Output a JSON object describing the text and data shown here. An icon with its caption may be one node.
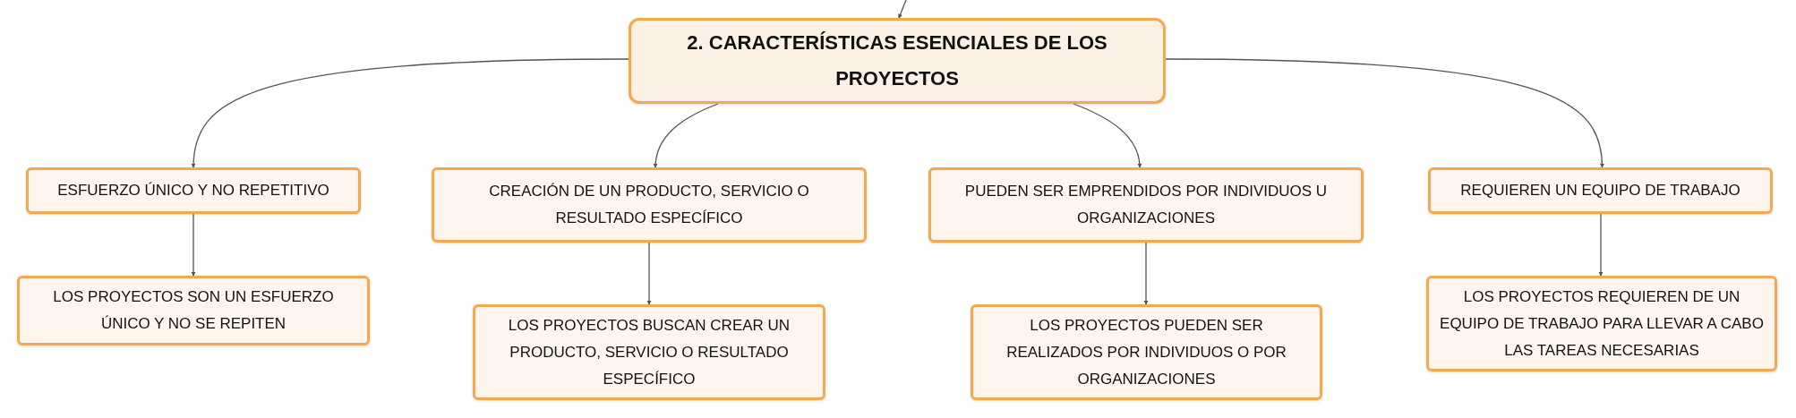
{
  "diagram": {
    "nodes": [
      {
        "text": [
          "2. CARACTERÍSTICAS ESENCIALES DE LOS PROYECTOS"
        ]
      },
      {
        "text": [
          "ESFUERZO ÚNICO Y NO REPETITIVO"
        ]
      },
      {
        "text": [
          "CREACIÓN DE UN PRODUCTO, SERVICIO O RESULTADO ESPECÍFICO"
        ]
      },
      {
        "text": [
          "PUEDEN SER EMPRENDIDOS POR INDIVIDUOS U ORGANIZACIONES"
        ]
      },
      {
        "text": [
          "REQUIEREN UN EQUIPO DE TRABAJO"
        ]
      },
      {
        "text": [
          "LOS PROYECTOS SON UN ESFUERZO ÚNICO Y NO SE REPITEN"
        ]
      },
      {
        "text": [
          "LOS PROYECTOS BUSCAN CREAR UN PRODUCTO, SERVICIO O RESULTADO ESPECÍFICO"
        ]
      },
      {
        "text": [
          "LOS PROYECTOS PUEDEN SER REALIZADOS POR INDIVIDUOS O POR ORGANIZACIONES"
        ]
      },
      {
        "text": [
          "LOS PROYECTOS REQUIEREN DE UN EQUIPO DE TRABAJO PARA LLEVAR A CABO LAS TAREAS NECESARIAS"
        ]
      }
    ],
    "edges": [
      {
        "from": null,
        "to": 0,
        "arrow": "to"
      },
      {
        "from": 0,
        "to": 1,
        "arrow": "to"
      },
      {
        "from": 0,
        "to": 2,
        "arrow": "to"
      },
      {
        "from": 0,
        "to": 3,
        "arrow": "to"
      },
      {
        "from": 0,
        "to": 4,
        "arrow": "to"
      },
      {
        "from": 1,
        "to": 5,
        "arrow": "to"
      },
      {
        "from": 2,
        "to": 6,
        "arrow": "to"
      },
      {
        "from": 3,
        "to": 7,
        "arrow": "to"
      },
      {
        "from": 4,
        "to": 8,
        "arrow": "to"
      }
    ]
  }
}
